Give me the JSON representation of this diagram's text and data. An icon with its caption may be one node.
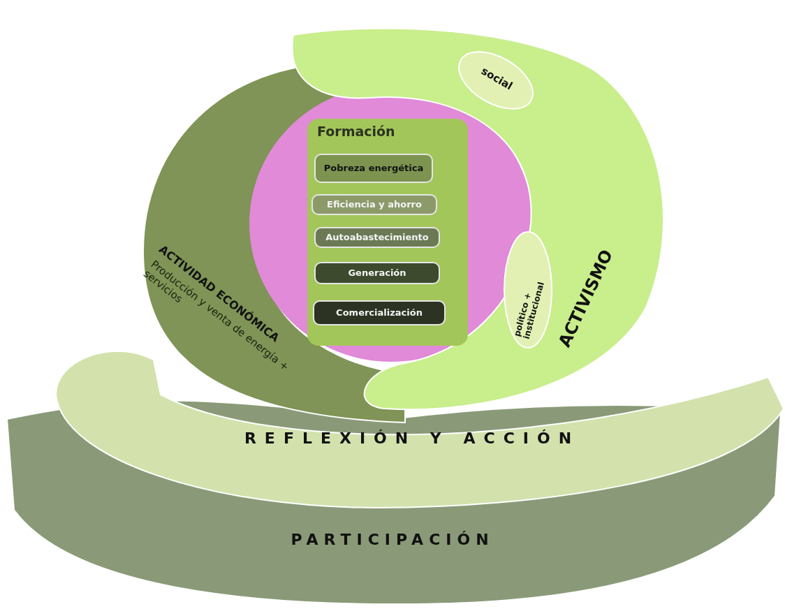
{
  "diagram": {
    "nodes": [
      {
        "text": [
          "PARTICIPACIÓN"
        ]
      },
      {
        "text": [
          "REFLEXIÓN Y ACCIÓN"
        ]
      },
      {
        "text": [
          "ACTIVIDAD ECONÓMICA",
          "Producción y venta de energía + servicios"
        ]
      },
      {
        "text": [
          "ACTIVISMO"
        ]
      },
      {
        "text": [
          "social"
        ],
        "in": 3
      },
      {
        "text": [
          "político + institucional"
        ],
        "in": 3
      },
      {
        "text": [
          "Formación"
        ]
      },
      {
        "text": [
          "Pobreza energética"
        ],
        "in": 6
      },
      {
        "text": [
          "Eficiencia y ahorro"
        ],
        "in": 6
      },
      {
        "text": [
          "Autoabastecimiento"
        ],
        "in": 6
      },
      {
        "text": [
          "Generación"
        ],
        "in": 6
      },
      {
        "text": [
          "Comercialización"
        ],
        "in": 6
      }
    ],
    "edges": []
  }
}
